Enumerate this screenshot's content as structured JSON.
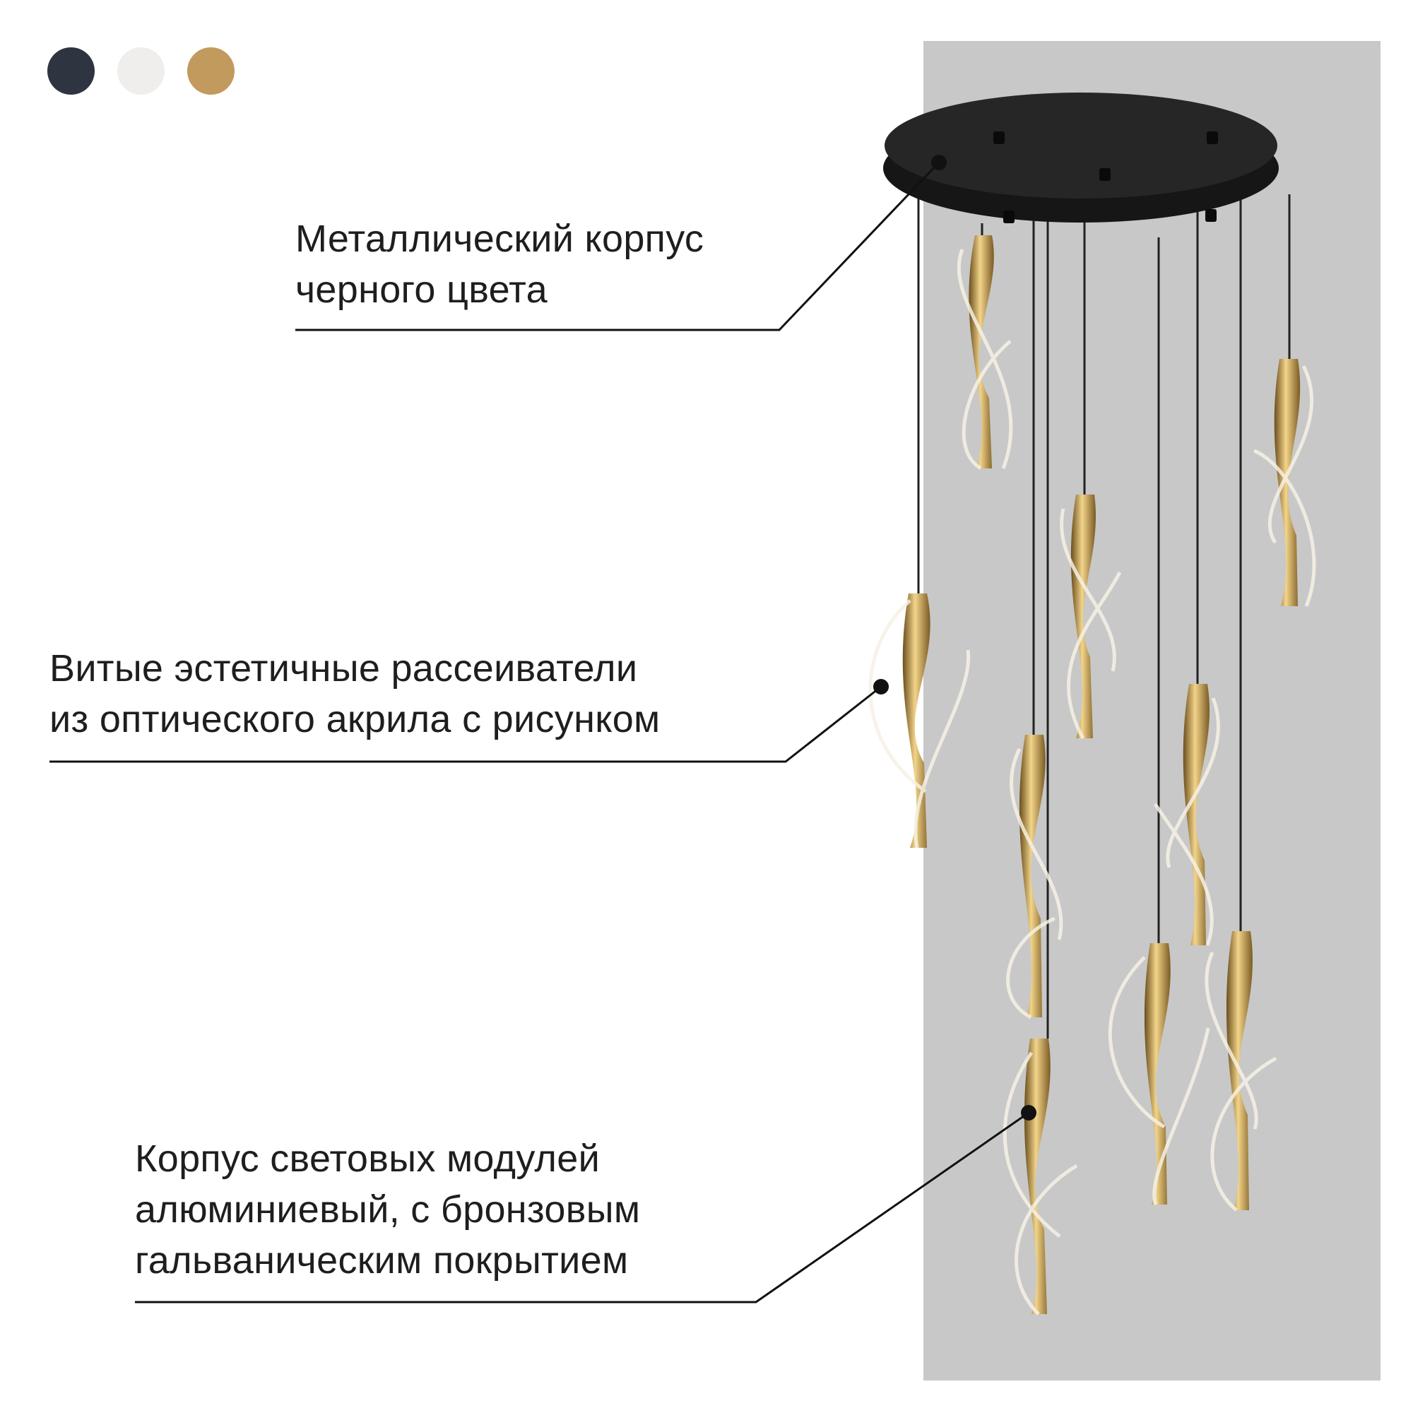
{
  "swatches": [
    {
      "name": "dark-graphite",
      "color": "#2e3440"
    },
    {
      "name": "white",
      "color": "#efeeec"
    },
    {
      "name": "bronze",
      "color": "#c29a5e"
    }
  ],
  "callouts": [
    {
      "lines": [
        "Металлический корпус",
        "черного цвета"
      ]
    },
    {
      "lines": [
        "Витые эстетичные рассеиватели",
        "из оптического акрила с рисунком"
      ]
    },
    {
      "lines": [
        "Корпус световых модулей",
        "алюминиевый, с бронзовым",
        "гальваническим покрытием"
      ]
    }
  ],
  "colors": {
    "panel": "#c8c8c8",
    "canopy": "#1a1a1a",
    "gold": "#b8903a",
    "text": "#1e1e1e"
  }
}
